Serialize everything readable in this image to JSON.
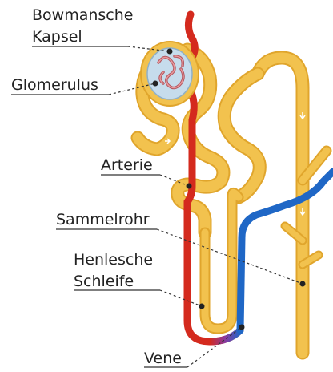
{
  "labels": {
    "bowman_line1": "Bowmansche",
    "bowman_line2": "Kapsel",
    "glomerulus": "Glomerulus",
    "arterie": "Arterie",
    "sammelrohr": "Sammelrohr",
    "henle_line1": "Henlesche",
    "henle_line2": "Schleife",
    "vene": "Vene"
  },
  "colors": {
    "tubule": "#f2c24e",
    "tubule_edge": "#e0a52c",
    "artery": "#d42a1e",
    "vein": "#1f67c6",
    "capsule": "#c6dcec",
    "text": "#222222"
  }
}
